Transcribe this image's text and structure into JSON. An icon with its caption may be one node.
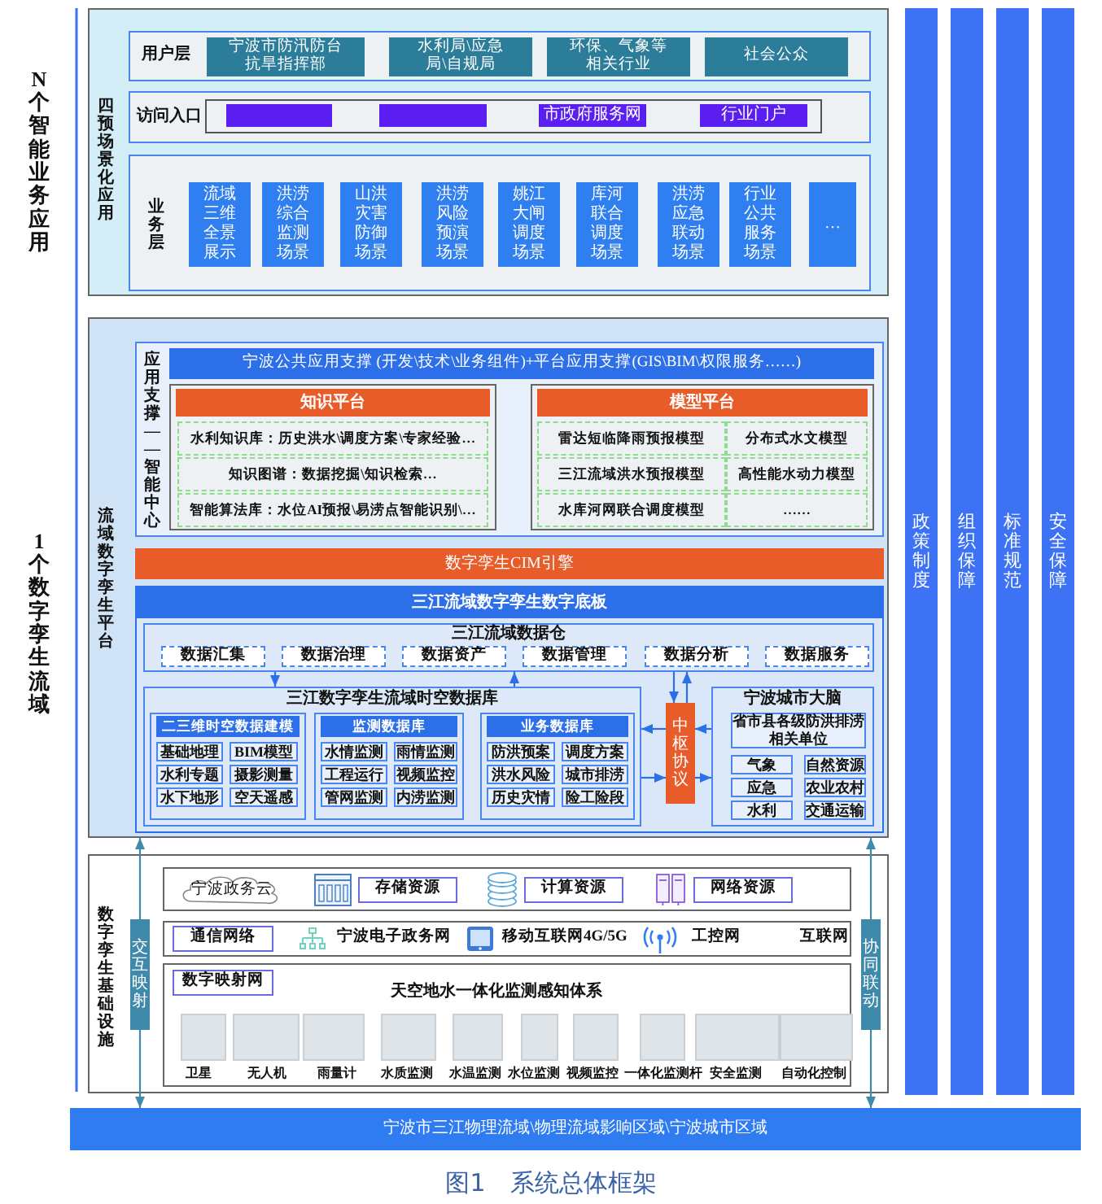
{
  "diagram": {
    "caption": "图1　系统总体框架",
    "nodes": [
      {
        "text": [
          "四预场景化应用"
        ]
      },
      {
        "text": [
          "用户层"
        ],
        "in": 0
      },
      {
        "text": [
          "宁波市防汛防台抗旱指挥部"
        ],
        "in": 1
      },
      {
        "text": [
          "水利局\\应急局\\自规局"
        ],
        "in": 1
      },
      {
        "text": [
          "环保、气象等相关行业"
        ],
        "in": 1
      },
      {
        "text": [
          "社会公众"
        ],
        "in": 1
      },
      {
        "text": [
          "访问入口"
        ],
        "in": 0
      },
      {
        "text": [],
        "shape": "box",
        "in": 6
      },
      {
        "text": [],
        "shape": "box",
        "in": 7
      },
      {
        "text": [],
        "shape": "box",
        "in": 7
      },
      {
        "text": [
          "市政府服务网"
        ],
        "in": 7
      },
      {
        "text": [
          "行业门户"
        ],
        "in": 7
      },
      {
        "text": [
          "业务层"
        ],
        "in": 0
      },
      {
        "text": [
          "流域三维全景展示"
        ],
        "in": 12
      },
      {
        "text": [
          "洪涝综合监测场景"
        ],
        "in": 12
      },
      {
        "text": [
          "山洪灾害防御场景"
        ],
        "in": 12
      },
      {
        "text": [
          "洪涝风险预演场景"
        ],
        "in": 12
      },
      {
        "text": [
          "姚江大闸调度场景"
        ],
        "in": 12
      },
      {
        "text": [
          "库河联合调度场景"
        ],
        "in": 12
      },
      {
        "text": [
          "洪涝应急联动场景"
        ],
        "in": 12
      },
      {
        "text": [
          "行业公共服务场景"
        ],
        "in": 12
      },
      {
        "text": [
          "…"
        ],
        "in": 12
      },
      {
        "text": [
          "流域数字孪生平台"
        ]
      },
      {
        "text": [
          "应用支撑——智能中心"
        ],
        "in": 22
      },
      {
        "text": [
          "宁波公共应用支撑 (开发\\技术\\业务组件)+平台应用支撑(GIS\\BIM\\权限服务……)"
        ],
        "in": 23
      },
      {
        "text": [
          "知识平台"
        ],
        "in": 23
      },
      {
        "text": [
          "水利知识库：历史洪水\\调度方案\\专家经验…"
        ],
        "in": 25
      },
      {
        "text": [
          "知识图谱：数据挖掘\\知识检索…"
        ],
        "in": 25
      },
      {
        "text": [
          "智能算法库：水位AI预报\\易涝点智能识别\\…"
        ],
        "in": 25
      },
      {
        "text": [
          "模型平台"
        ],
        "in": 23
      },
      {
        "text": [
          "雷达短临降雨预报模型"
        ],
        "in": 29
      },
      {
        "text": [
          "分布式水文模型"
        ],
        "in": 29
      },
      {
        "text": [
          "三江流域洪水预报模型"
        ],
        "in": 29
      },
      {
        "text": [
          "高性能水动力模型"
        ],
        "in": 29
      },
      {
        "text": [
          "水库河网联合调度模型"
        ],
        "in": 29
      },
      {
        "text": [
          "……"
        ],
        "in": 29
      },
      {
        "text": [
          "数字孪生CIM引擎"
        ],
        "in": 22
      },
      {
        "text": [
          "三江流域数字孪生数字底板"
        ],
        "in": 22
      },
      {
        "text": [
          "三江流域数据仓"
        ],
        "in": 37
      },
      {
        "text": [
          "数据汇集"
        ],
        "in": 38
      },
      {
        "text": [
          "数据治理"
        ],
        "in": 38
      },
      {
        "text": [
          "数据资产"
        ],
        "in": 38
      },
      {
        "text": [
          "数据管理"
        ],
        "in": 38
      },
      {
        "text": [
          "数据分析"
        ],
        "in": 38
      },
      {
        "text": [
          "数据服务"
        ],
        "in": 38
      },
      {
        "text": [
          "三江数字孪生流域时空数据库"
        ],
        "in": 37
      },
      {
        "text": [
          "二三维时空数据建模"
        ],
        "in": 45
      },
      {
        "text": [
          "基础地理"
        ],
        "in": 46
      },
      {
        "text": [
          "BIM模型"
        ],
        "in": 46
      },
      {
        "text": [
          "水利专题"
        ],
        "in": 46
      },
      {
        "text": [
          "摄影测量"
        ],
        "in": 46
      },
      {
        "text": [
          "水下地形"
        ],
        "in": 46
      },
      {
        "text": [
          "空天遥感"
        ],
        "in": 46
      },
      {
        "text": [
          "监测数据库"
        ],
        "in": 45
      },
      {
        "text": [
          "水情监测"
        ],
        "in": 53
      },
      {
        "text": [
          "雨情监测"
        ],
        "in": 53
      },
      {
        "text": [
          "工程运行"
        ],
        "in": 53
      },
      {
        "text": [
          "视频监控"
        ],
        "in": 53
      },
      {
        "text": [
          "管网监测"
        ],
        "in": 53
      },
      {
        "text": [
          "内涝监测"
        ],
        "in": 53
      },
      {
        "text": [
          "业务数据库"
        ],
        "in": 45
      },
      {
        "text": [
          "防洪预案"
        ],
        "in": 60
      },
      {
        "text": [
          "调度方案"
        ],
        "in": 60
      },
      {
        "text": [
          "洪水风险"
        ],
        "in": 60
      },
      {
        "text": [
          "城市排涝"
        ],
        "in": 60
      },
      {
        "text": [
          "历史灾情"
        ],
        "in": 60
      },
      {
        "text": [
          "险工险段"
        ],
        "in": 60
      },
      {
        "text": [
          "中枢协议"
        ],
        "in": 37
      },
      {
        "text": [
          "宁波城市大脑"
        ],
        "in": 37
      },
      {
        "text": [
          "省市县各级防洪排涝相关单位"
        ],
        "in": 68
      },
      {
        "text": [
          "气象"
        ],
        "in": 68
      },
      {
        "text": [
          "自然资源"
        ],
        "in": 68
      },
      {
        "text": [
          "应急"
        ],
        "in": 68
      },
      {
        "text": [
          "农业农村"
        ],
        "in": 68
      },
      {
        "text": [
          "水利"
        ],
        "in": 68
      },
      {
        "text": [
          "交通运输"
        ],
        "in": 68
      },
      {
        "text": [
          "数字孪生基础设施"
        ]
      },
      {
        "text": [],
        "shape": "box",
        "in": 76
      },
      {
        "text": [
          "宁波政务云"
        ],
        "in": 77
      },
      {
        "text": [
          "存储资源"
        ],
        "in": 77
      },
      {
        "text": [
          "计算资源"
        ],
        "in": 77
      },
      {
        "text": [
          "网络资源"
        ],
        "in": 77
      },
      {
        "text": [],
        "shape": "box",
        "in": 76
      },
      {
        "text": [
          "通信网络"
        ],
        "in": 82
      },
      {
        "text": [],
        "shape": "box",
        "in": 76
      },
      {
        "text": [
          "数字映射网"
        ],
        "in": 84
      },
      {
        "text": [
          "宁波市三江物理流域\\物理流域影响区域\\宁波城市区域"
        ]
      },
      {
        "text": [
          "政策制度"
        ]
      },
      {
        "text": [
          "组织保障"
        ]
      },
      {
        "text": [
          "标准规范"
        ]
      },
      {
        "text": [
          "安全保障"
        ]
      }
    ],
    "edges": [
      {
        "from": 38,
        "to": 45,
        "arrow": "to"
      },
      {
        "from": 45,
        "to": 38,
        "arrow": "to"
      },
      {
        "from": 38,
        "to": 67,
        "arrow": "to"
      },
      {
        "from": 67,
        "to": 38,
        "arrow": "to"
      },
      {
        "from": 67,
        "to": 45,
        "arrow": "to"
      },
      {
        "from": 45,
        "to": 67,
        "arrow": "to"
      },
      {
        "from": 68,
        "to": 67,
        "arrow": "to"
      },
      {
        "from": 67,
        "to": 68,
        "arrow": "to"
      },
      {
        "from": 22,
        "to": 86,
        "arrow": "both",
        "label": "交互映射",
        "color": "#3f8aaa"
      },
      {
        "from": 22,
        "to": 86,
        "arrow": "both",
        "label": "协同联动",
        "color": "#3f8aaa"
      }
    ],
    "labels": [
      "N个智能业务应用",
      "1个数字孪生流域",
      "宁波电子政务网",
      "移动互联网4G/5G",
      "工控网",
      "互联网",
      "天空地水一体化监测感知体系",
      "卫星",
      "无人机",
      "雨量计",
      "水质监测",
      "水温监测",
      "水位监测",
      "视频监控",
      "一体化监测杆",
      "安全监测",
      "自动化控制"
    ]
  }
}
